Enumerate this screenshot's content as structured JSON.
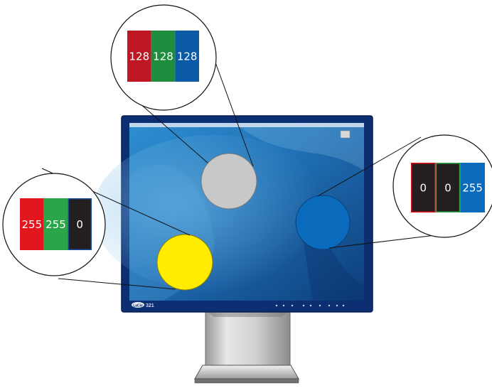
{
  "monitor": {
    "logo": "LaCie",
    "model": "321",
    "dots": [
      1,
      2,
      3,
      4,
      5,
      6,
      7,
      8,
      9
    ]
  },
  "screen_circles": {
    "gray": {
      "color": "#c8c8c8"
    },
    "blue": {
      "color": "#0a6bbd"
    },
    "yellow": {
      "color": "#ffec00"
    }
  },
  "callouts": {
    "gray": {
      "swatches": [
        {
          "value": "128",
          "color": "#be1622"
        },
        {
          "value": "128",
          "color": "#1e8e3e"
        },
        {
          "value": "128",
          "color": "#0a5aa6"
        }
      ]
    },
    "blue": {
      "swatches": [
        {
          "value": "0",
          "color": "#231f20",
          "border": "#e30613"
        },
        {
          "value": "0",
          "color": "#231f20",
          "border": "#2aa54a"
        },
        {
          "value": "255",
          "color": "#0a6bbd",
          "border": "#0a6bbd"
        }
      ]
    },
    "yellow": {
      "swatches": [
        {
          "value": "255",
          "color": "#e3161e"
        },
        {
          "value": "255",
          "color": "#2aa54a"
        },
        {
          "value": "0",
          "color": "#231f20",
          "border": "#1a4fa0"
        }
      ]
    }
  }
}
